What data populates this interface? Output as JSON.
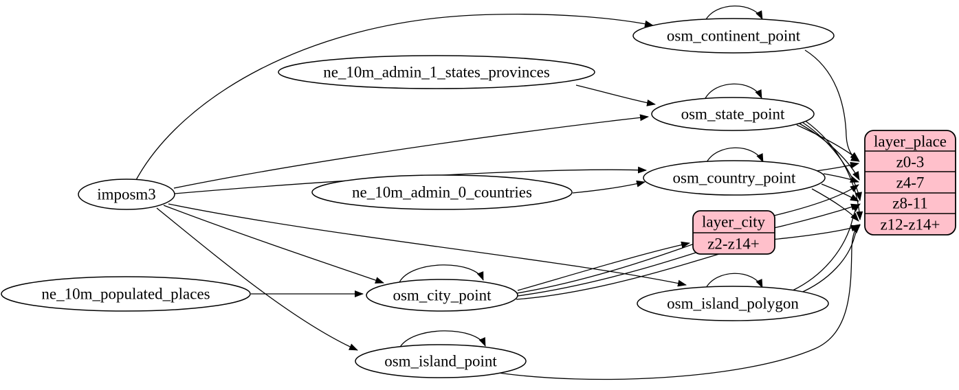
{
  "diagram": {
    "kind": "graphviz-digraph",
    "background": "#ffffff",
    "colors": {
      "table_node_fill": "#ffffff",
      "layer_record_fill": "#ffc0cb",
      "stroke": "#000000",
      "text": "#000000"
    }
  },
  "nodes": {
    "imposm3": {
      "label": "imposm3",
      "type": "ellipse"
    },
    "ne_10m_admin_1_states_provinces": {
      "label": "ne_10m_admin_1_states_provinces",
      "type": "ellipse"
    },
    "ne_10m_admin_0_countries": {
      "label": "ne_10m_admin_0_countries",
      "type": "ellipse"
    },
    "ne_10m_populated_places": {
      "label": "ne_10m_populated_places",
      "type": "ellipse"
    },
    "osm_continent_point": {
      "label": "osm_continent_point",
      "type": "ellipse"
    },
    "osm_state_point": {
      "label": "osm_state_point",
      "type": "ellipse"
    },
    "osm_country_point": {
      "label": "osm_country_point",
      "type": "ellipse"
    },
    "osm_city_point": {
      "label": "osm_city_point",
      "type": "ellipse"
    },
    "osm_island_polygon": {
      "label": "osm_island_polygon",
      "type": "ellipse"
    },
    "osm_island_point": {
      "label": "osm_island_point",
      "type": "ellipse"
    },
    "layer_city": {
      "label": "layer_city",
      "type": "record",
      "rows": [
        "z2-z14+"
      ]
    },
    "layer_place": {
      "label": "layer_place",
      "type": "record",
      "rows": [
        "z0-3",
        "z4-7",
        "z8-11",
        "z12-z14+"
      ]
    }
  },
  "edges": [
    {
      "from": "imposm3",
      "to": "osm_continent_point"
    },
    {
      "from": "imposm3",
      "to": "osm_state_point"
    },
    {
      "from": "imposm3",
      "to": "osm_country_point"
    },
    {
      "from": "imposm3",
      "to": "osm_city_point"
    },
    {
      "from": "imposm3",
      "to": "osm_island_polygon"
    },
    {
      "from": "imposm3",
      "to": "osm_island_point"
    },
    {
      "from": "ne_10m_admin_1_states_provinces",
      "to": "osm_state_point"
    },
    {
      "from": "ne_10m_admin_0_countries",
      "to": "osm_country_point"
    },
    {
      "from": "ne_10m_populated_places",
      "to": "osm_city_point"
    },
    {
      "from": "osm_continent_point",
      "to": "osm_continent_point"
    },
    {
      "from": "osm_state_point",
      "to": "osm_state_point"
    },
    {
      "from": "osm_country_point",
      "to": "osm_country_point"
    },
    {
      "from": "osm_city_point",
      "to": "osm_city_point"
    },
    {
      "from": "osm_island_polygon",
      "to": "osm_island_polygon"
    },
    {
      "from": "osm_island_point",
      "to": "osm_island_point"
    },
    {
      "from": "osm_continent_point",
      "to": "layer_place",
      "port": "z0-3"
    },
    {
      "from": "osm_state_point",
      "to": "layer_place",
      "port": "z0-3"
    },
    {
      "from": "osm_state_point",
      "to": "layer_place",
      "port": "z4-7"
    },
    {
      "from": "osm_state_point",
      "to": "layer_place",
      "port": "z8-11"
    },
    {
      "from": "osm_state_point",
      "to": "layer_place",
      "port": "z12-z14+"
    },
    {
      "from": "osm_country_point",
      "to": "layer_place",
      "port": "z0-3"
    },
    {
      "from": "osm_country_point",
      "to": "layer_place",
      "port": "z4-7"
    },
    {
      "from": "osm_country_point",
      "to": "layer_place",
      "port": "z8-11"
    },
    {
      "from": "osm_country_point",
      "to": "layer_place",
      "port": "z12-z14+"
    },
    {
      "from": "osm_city_point",
      "to": "layer_city",
      "port": "z2-z14+"
    },
    {
      "from": "osm_city_point",
      "to": "layer_place",
      "port": "z4-7"
    },
    {
      "from": "osm_city_point",
      "to": "layer_place",
      "port": "z8-11"
    },
    {
      "from": "osm_city_point",
      "to": "layer_place",
      "port": "z12-z14+"
    },
    {
      "from": "osm_island_polygon",
      "to": "layer_place",
      "port": "z8-11"
    },
    {
      "from": "osm_island_polygon",
      "to": "layer_place",
      "port": "z12-z14+"
    },
    {
      "from": "osm_island_point",
      "to": "layer_place",
      "port": "z12-z14+"
    }
  ]
}
